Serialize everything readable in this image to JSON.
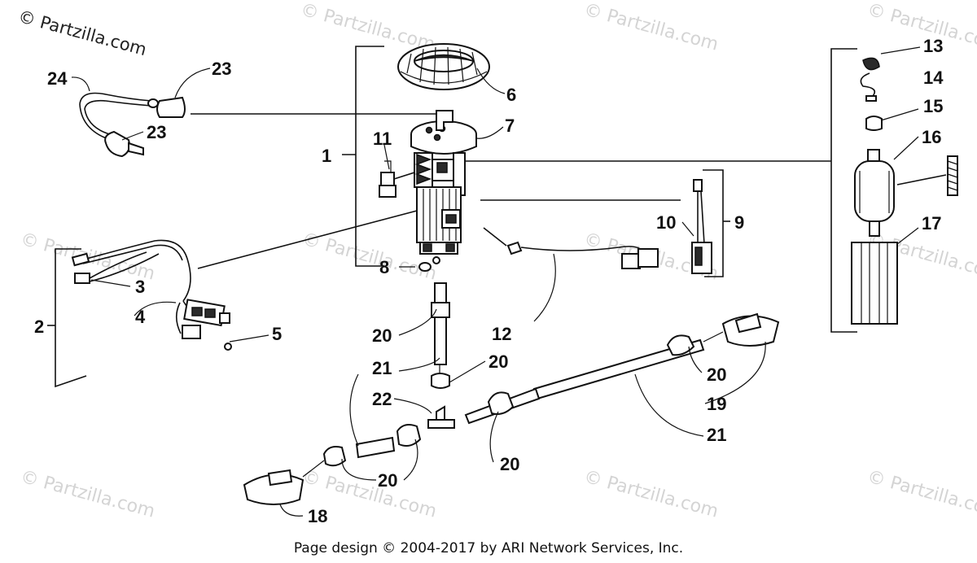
{
  "watermark_brand": "© Partzilla.com",
  "watermark_text": "© Partzilla.com",
  "footer": "Page design © 2004-2017 by ARI Network Services, Inc.",
  "callouts": {
    "c1": "1",
    "c2": "2",
    "c3": "3",
    "c4": "4",
    "c5": "5",
    "c6": "6",
    "c7": "7",
    "c8": "8",
    "c9": "9",
    "c10": "10",
    "c11": "11",
    "c12": "12",
    "c13": "13",
    "c14": "14",
    "c15": "15",
    "c16": "16",
    "c17": "17",
    "c18": "18",
    "c19": "19",
    "c20a": "20",
    "c20b": "20",
    "c20c": "20",
    "c20d": "20",
    "c20e": "20",
    "c21a": "21",
    "c21b": "21",
    "c22": "22",
    "c23a": "23",
    "c23b": "23",
    "c24": "24"
  }
}
